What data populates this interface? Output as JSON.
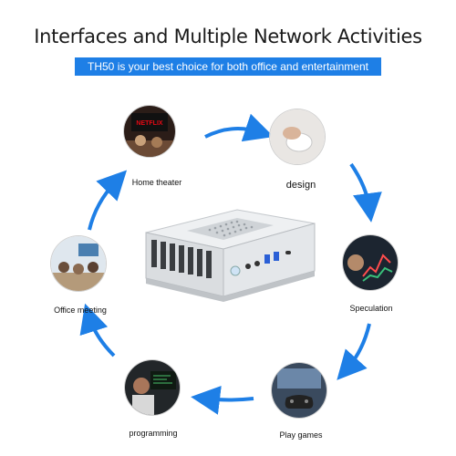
{
  "header": {
    "title": "Interfaces and Multiple Network Activities",
    "subtitle": "TH50 is your best choice for both office and entertainment"
  },
  "activities": [
    {
      "id": "home-theater",
      "label": "Home theater",
      "icon": "tv-icon",
      "logo_text": "NETFLIX"
    },
    {
      "id": "design",
      "label": "design",
      "icon": "mouse-icon"
    },
    {
      "id": "speculation",
      "label": "Speculation",
      "icon": "stock-chart-icon"
    },
    {
      "id": "play-games",
      "label": "Play games",
      "icon": "gamepad-icon"
    },
    {
      "id": "programming",
      "label": "programming",
      "icon": "laptop-icon"
    },
    {
      "id": "office-meeting",
      "label": "Office meeting",
      "icon": "meeting-icon"
    }
  ],
  "colors": {
    "accent": "#1e7fe6",
    "arrow": "#1e7fe6",
    "device_body": "#d9dde1",
    "device_port_blue": "#2a5fd6"
  }
}
